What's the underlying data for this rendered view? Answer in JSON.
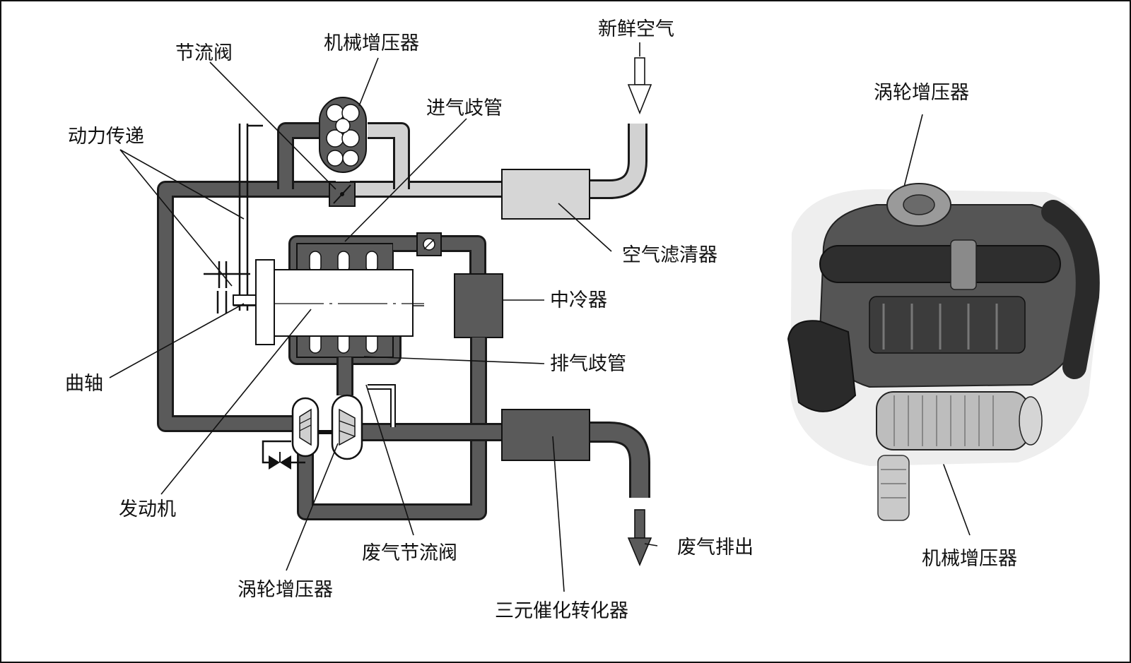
{
  "labels": {
    "throttle_valve": "节流阀",
    "supercharger_top": "机械增压器",
    "fresh_air": "新鲜空气",
    "power_transmission": "动力传递",
    "intake_manifold": "进气歧管",
    "air_filter": "空气滤清器",
    "intercooler": "中冷器",
    "exhaust_manifold": "排气歧管",
    "crankshaft": "曲轴",
    "engine": "发动机",
    "wastegate": "废气节流阀",
    "turbocharger_bottom": "涡轮增压器",
    "exhaust_out": "废气排出",
    "catalytic_converter": "三元催化转化器",
    "photo_turbocharger": "涡轮增压器",
    "photo_supercharger": "机械增压器"
  },
  "colors": {
    "pipe_dark": "#5a5a5a",
    "pipe_light": "#d2d2d2",
    "outline": "#1a1a1a",
    "label": "#111111"
  }
}
